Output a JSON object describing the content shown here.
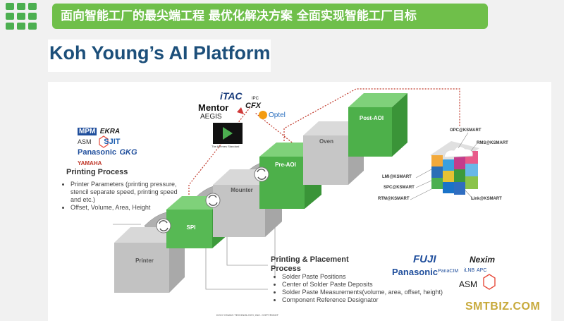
{
  "banner": {
    "text": "面向智能工厂的最尖端工程 最优化解决方案 全面实现智能工厂目标"
  },
  "slide": {
    "title": "Koh Young’s AI Platform",
    "printing": {
      "vendors": [
        "MPM",
        "EKRA",
        "ASM",
        "SJIT",
        "Panasonic",
        "GKG",
        "YAMAHA"
      ],
      "title": "Printing Process",
      "bullets": [
        "Printer Parameters (printing pressure, stencil separate speed, printing speed and etc.)",
        "Offset, Volume, Area, Height"
      ]
    },
    "mes_vendors": [
      "iTAC",
      "Mentor",
      "AEGIS",
      "CFX",
      "IPC",
      "Optel",
      "The Hermes Standard"
    ],
    "steps": [
      "Printer",
      "SPI",
      "Mounter",
      "Pre-AOI",
      "Oven",
      "Post-AOI"
    ],
    "placement": {
      "title": "Printing & Placement Process",
      "bullets": [
        "Solder Paste Positions",
        "Center of Solder Paste Deposits",
        "Solder Paste Measurements(volume, area, offset, height)",
        "Component Reference Designator"
      ]
    },
    "ksmart": {
      "labels": [
        "OPC@KSMART",
        "RMS@KSMART",
        "LMI@KSMART",
        "SPC@KSMART",
        "RTM@KSMART",
        "Link@KSMART"
      ]
    },
    "vendors_right": [
      "FUJI",
      "Nexim",
      "Panasonic",
      "PanaCIM",
      "iLNB",
      "APC",
      "ASM"
    ],
    "footer": "KOH YOUNG TECHNOLOGY, INC. COPYRIGHT"
  },
  "watermark": "SMTBIZ.COM",
  "colors": {
    "green": "#6fbf4a",
    "step_green": "#4db04a",
    "gray": "#c8c8c8",
    "line_red": "#c0392b",
    "title_blue": "#1c4f7a"
  }
}
